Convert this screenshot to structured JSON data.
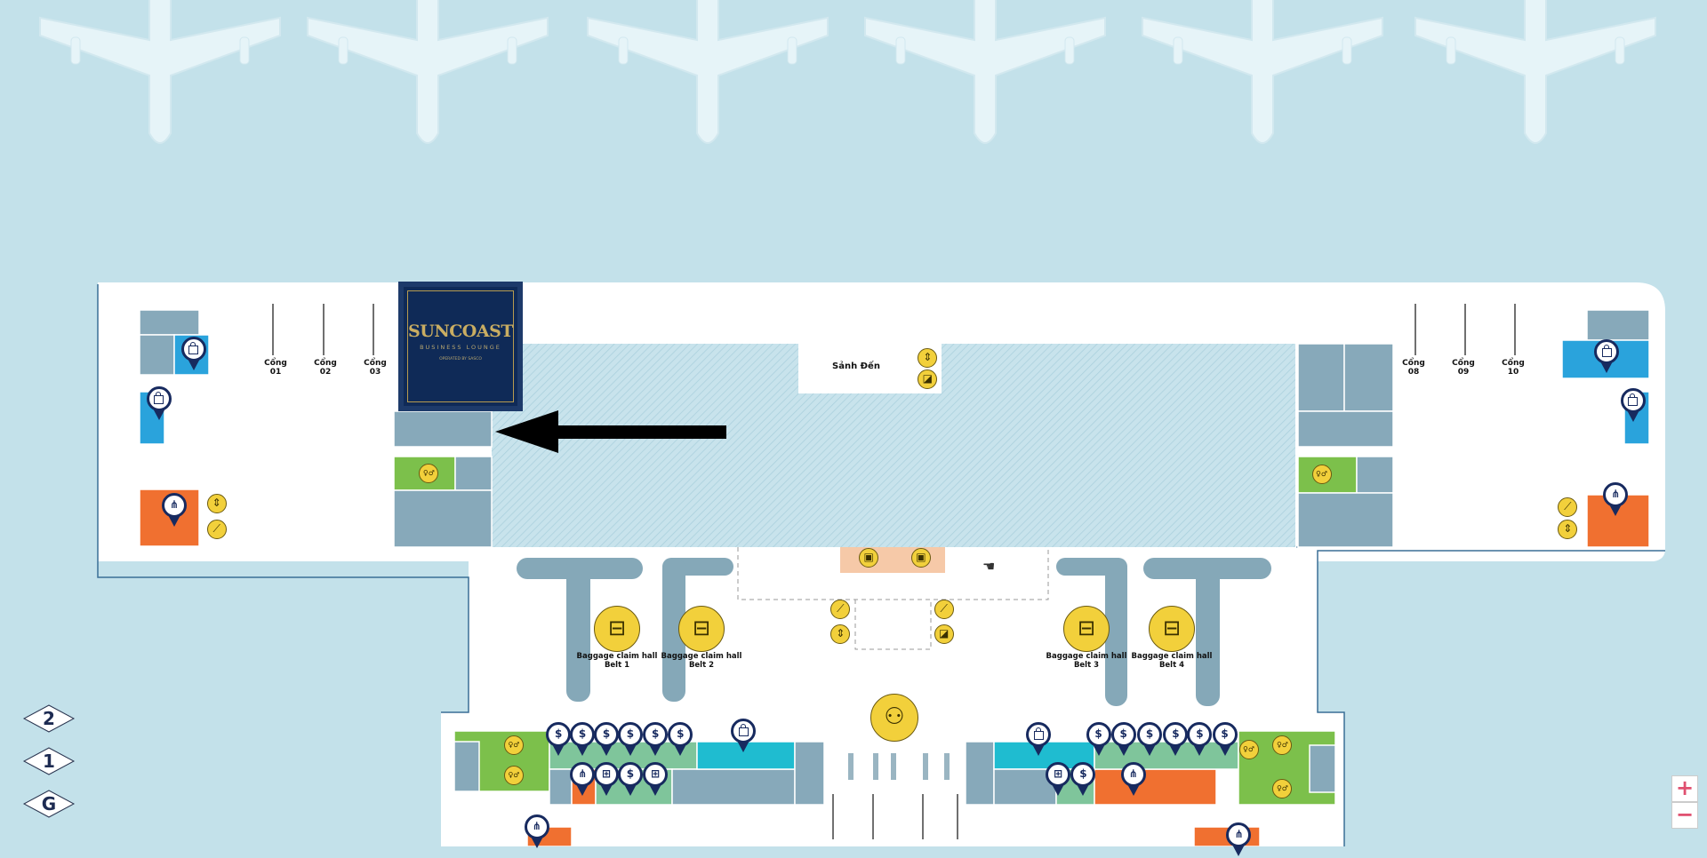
{
  "colors": {
    "water": "#c3e1ea",
    "wall": "#3a6f96",
    "room_gray": "#87a9ba",
    "shop_blue": "#2aa3dc",
    "food_orange": "#f07030",
    "toilet_green": "#7cc04b",
    "service_teal": "#7fc59b",
    "cyan": "#1fbcd0",
    "icon_yellow": "#f2d03b",
    "pin_navy": "#172a5f"
  },
  "lounge_logo": {
    "name": "SUNCOAST",
    "subtitle": "BUSINESS LOUNGE",
    "operator": "OPERATED BY SASCO"
  },
  "gates": [
    {
      "word": "Cổng",
      "num": "01"
    },
    {
      "word": "Cổng",
      "num": "02"
    },
    {
      "word": "Cổng",
      "num": "03"
    },
    {
      "word": "Cổng",
      "num": "08"
    },
    {
      "word": "Cổng",
      "num": "09"
    },
    {
      "word": "Cổng",
      "num": "10"
    }
  ],
  "arrival_hall": {
    "label": "Sảnh Đến"
  },
  "baggage": [
    {
      "title": "Baggage claim hall",
      "belt": "Belt 1"
    },
    {
      "title": "Baggage claim hall",
      "belt": "Belt 2"
    },
    {
      "title": "Baggage claim hall",
      "belt": "Belt 3"
    },
    {
      "title": "Baggage claim hall",
      "belt": "Belt 4"
    }
  ],
  "levels": [
    {
      "label": "2"
    },
    {
      "label": "1"
    },
    {
      "label": "G"
    }
  ],
  "zoom": {
    "in": "+",
    "out": "−"
  }
}
